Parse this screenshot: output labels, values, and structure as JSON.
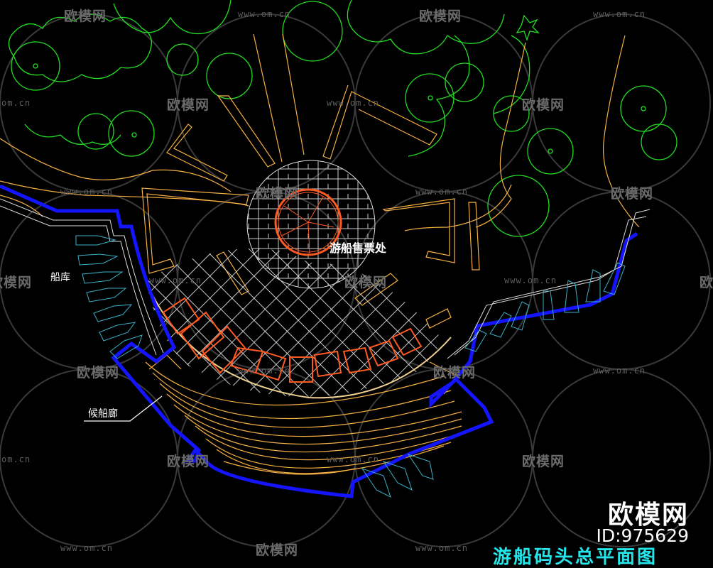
{
  "drawing": {
    "title": "游船码头总平面图",
    "colors": {
      "background": "#000000",
      "trees": "#22dd22",
      "paths": "#f5b042",
      "paving": "#e8e8e8",
      "kiosk": "#ff5a22",
      "waterline": "#1414ff",
      "boats": "#3ab0c8",
      "title": "#22e6ea",
      "watermark": "#666666"
    },
    "labels": {
      "ticket_office": "游船售票处",
      "boathouse": "船库",
      "waiting_corridor": "候船廊"
    }
  },
  "watermark": {
    "logo_text": "欧模网",
    "url_text": "www.om.cn",
    "url_short": "om.cn",
    "brand": "欧模网",
    "id": "ID:975629"
  }
}
